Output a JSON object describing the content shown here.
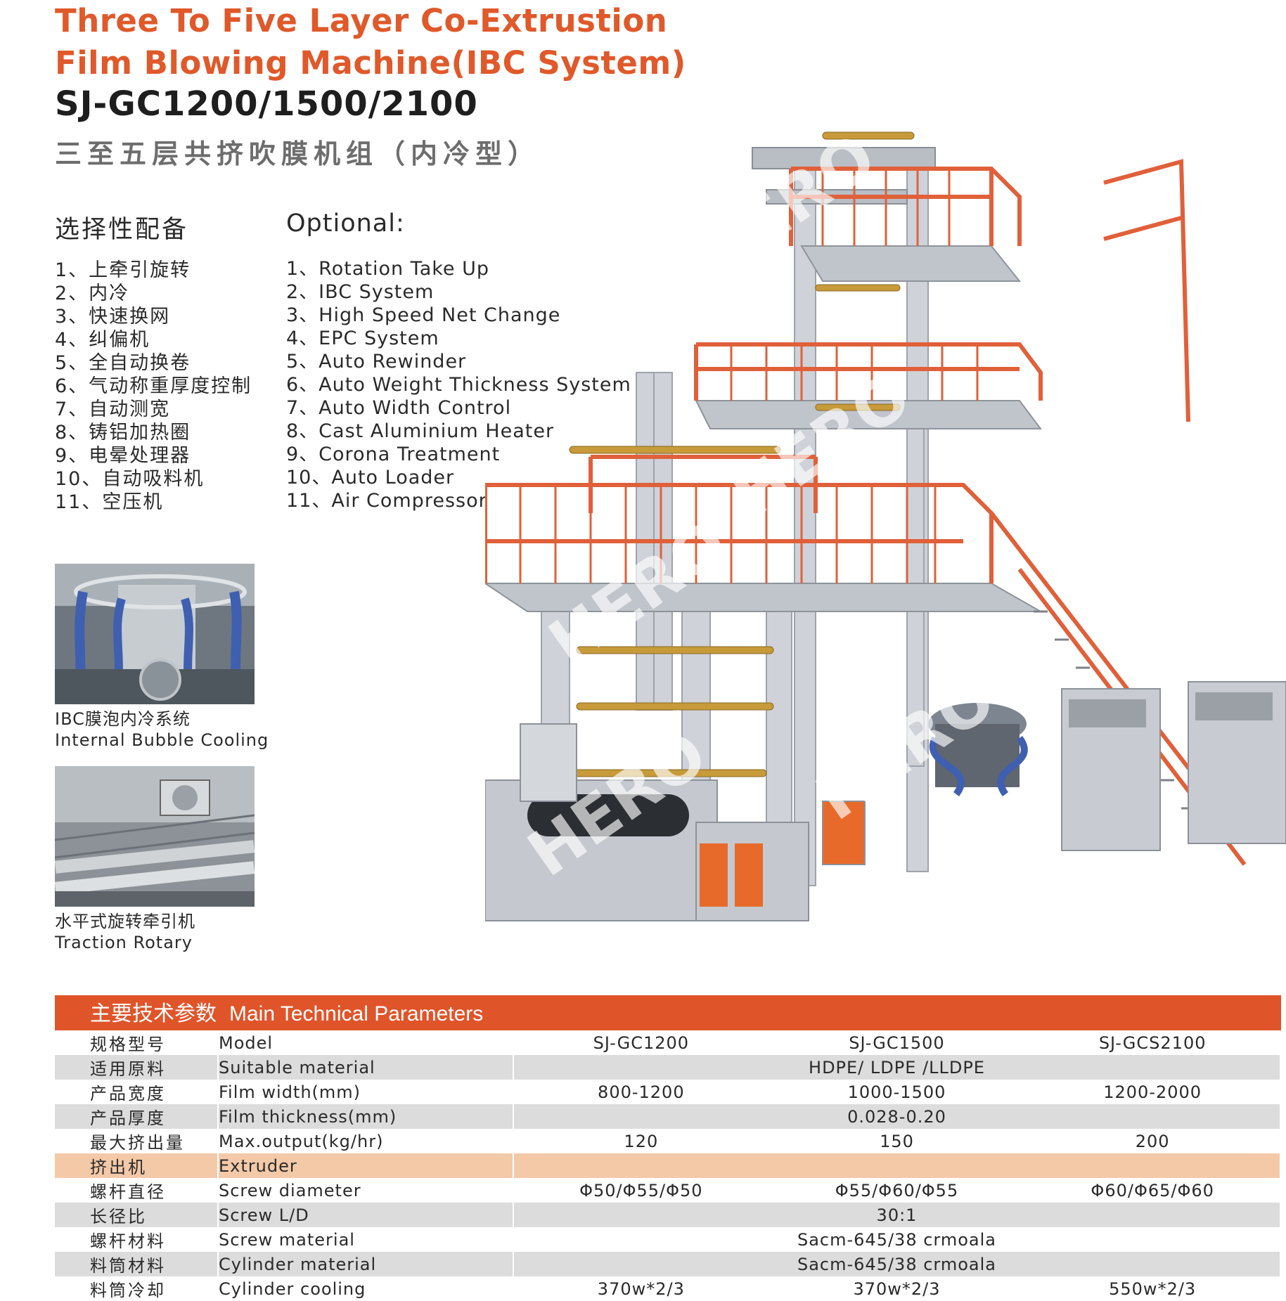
{
  "header": {
    "title_line1": "Three To Five Layer Co-Extrustion",
    "title_line2": "Film Blowing Machine(IBC System)",
    "model": "SJ-GC1200/1500/2100",
    "title_cn": "三至五层共挤吹膜机组（内冷型）"
  },
  "optional": {
    "heading_cn": "选择性配备",
    "heading_en": "Optional:",
    "items_cn": [
      "1、上牵引旋转",
      "2、内冷",
      "3、快速换网",
      "4、纠偏机",
      "5、全自动换卷",
      "6、气动称重厚度控制",
      "7、自动测宽",
      "8、铸铝加热圈",
      "9、电晕处理器",
      "10、自动吸料机",
      "11、空压机"
    ],
    "items_en": [
      "1、Rotation Take Up",
      "2、IBC System",
      "3、High Speed Net Change",
      "4、EPC System",
      "5、Auto Rewinder",
      "6、Auto Weight Thickness System",
      "7、Auto Width Control",
      "8、Cast Aluminium Heater",
      "9、Corona Treatment",
      "10、Auto Loader",
      "11、Air Compressor"
    ]
  },
  "feature_photos": [
    {
      "caption_cn": "IBC膜泡内冷系统",
      "caption_en": "Internal Bubble Cooling"
    },
    {
      "caption_cn": "水平式旋转牵引机",
      "caption_en": "Traction Rotary"
    }
  ],
  "watermark": "HERO",
  "colors": {
    "accent": "#e0592a",
    "rail": "#e0603a",
    "frame": "#c9ccd3",
    "extruder_row": "#f4c9a8",
    "alt_row": "#dcdcdc"
  },
  "params": {
    "heading_cn": "主要技术参数",
    "heading_en": "Main Technical Parameters",
    "rows": [
      {
        "cn": "规格型号",
        "en": "Model",
        "v1": "SJ-GC1200",
        "v2": "SJ-GC1500",
        "v3": "SJ-GCS2100"
      },
      {
        "cn": "适用原料",
        "en": "Suitable material",
        "span": "HDPE/ LDPE /LLDPE"
      },
      {
        "cn": "产品宽度",
        "en": "Film width(mm)",
        "v1": "800-1200",
        "v2": "1000-1500",
        "v3": "1200-2000"
      },
      {
        "cn": "产品厚度",
        "en": "Film thickness(mm)",
        "span": "0.028-0.20"
      },
      {
        "cn": "最大挤出量",
        "en": "Max.output(kg/hr)",
        "v1": "120",
        "v2": "150",
        "v3": "200"
      },
      {
        "cn": "挤出机",
        "en": "Extruder",
        "section": true
      },
      {
        "cn": "螺杆直径",
        "en": "Screw diameter",
        "v1": "Φ50/Φ55/Φ50",
        "v2": "Φ55/Φ60/Φ55",
        "v3": "Φ60/Φ65/Φ60"
      },
      {
        "cn": "长径比",
        "en": "Screw L/D",
        "span": "30:1"
      },
      {
        "cn": "螺杆材料",
        "en": "Screw material",
        "span": "Sacm-645/38 crmoala"
      },
      {
        "cn": "料筒材料",
        "en": "Cylinder material",
        "span": "Sacm-645/38 crmoala"
      },
      {
        "cn": "料筒冷却",
        "en": "Cylinder cooling",
        "v1": "370w*2/3",
        "v2": "370w*2/3",
        "v3": "550w*2/3"
      }
    ]
  }
}
